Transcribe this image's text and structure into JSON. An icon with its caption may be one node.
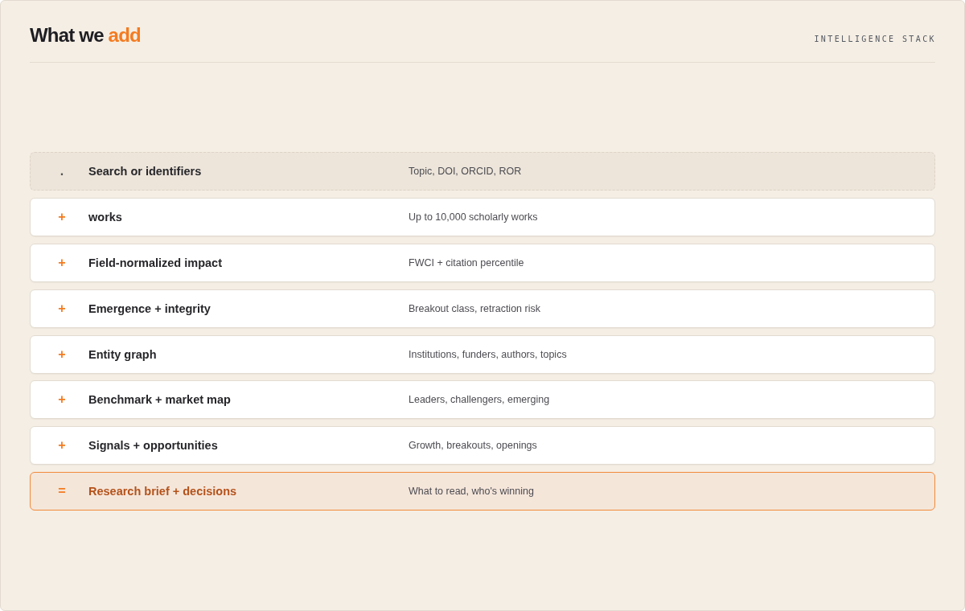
{
  "diagram": {
    "title": "What we add",
    "nodes": [
      {
        "text": [
          ".",
          "Search or identifiers",
          "Topic, DOI, ORCID, ROR"
        ]
      },
      {
        "text": [
          "+",
          "works",
          "Up to 10,000 scholarly works"
        ]
      },
      {
        "text": [
          "+",
          "Field-normalized impact",
          "FWCI + citation percentile"
        ]
      },
      {
        "text": [
          "+",
          "Emergence + integrity",
          "Breakout class, retraction risk"
        ]
      },
      {
        "text": [
          "+",
          "Entity graph",
          "Institutions, funders, authors, topics"
        ]
      },
      {
        "text": [
          "+",
          "Benchmark + market map",
          "Leaders, challengers, emerging"
        ]
      },
      {
        "text": [
          "+",
          "Signals + opportunities",
          "Growth, breakouts, openings"
        ]
      },
      {
        "text": [
          "=",
          "Research brief + decisions",
          "What to read, who's winning"
        ]
      }
    ],
    "labels": [
      "INTELLIGENCE STACK"
    ]
  }
}
